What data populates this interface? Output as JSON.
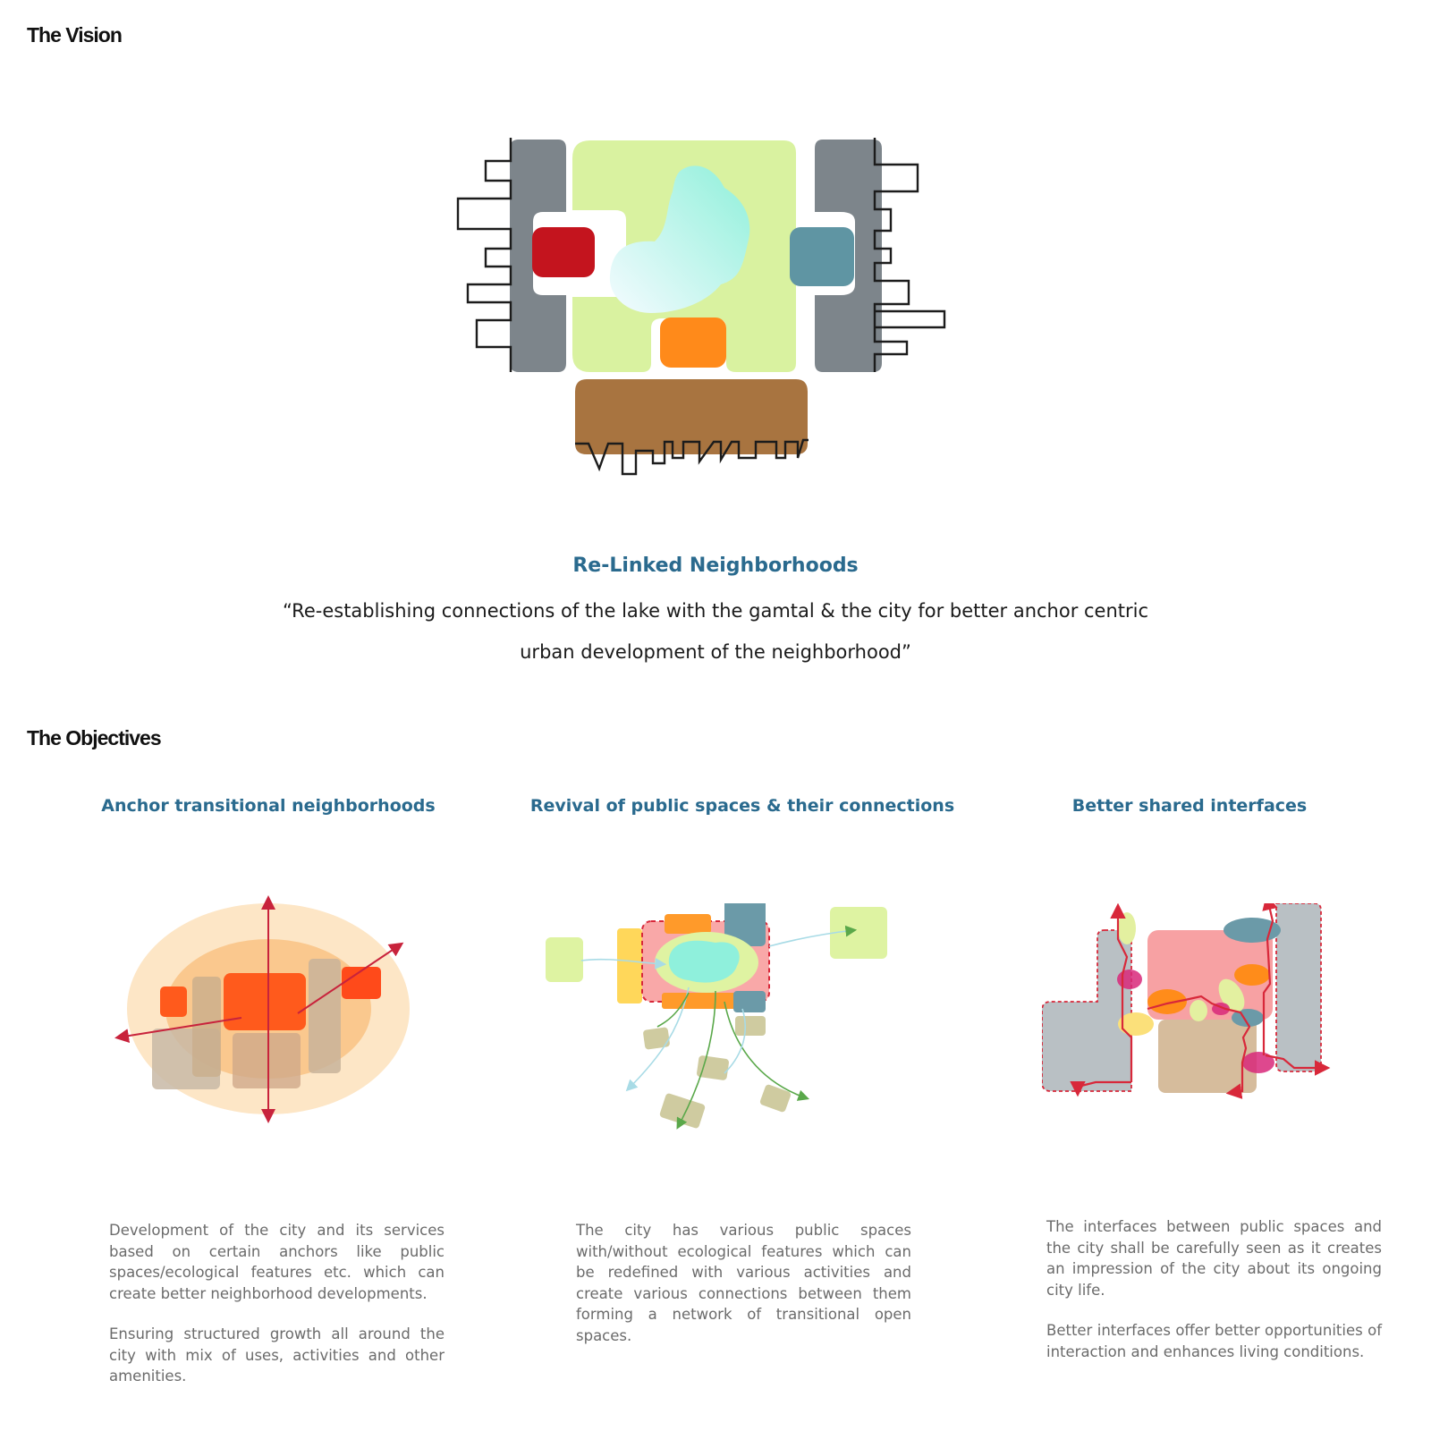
{
  "vision": {
    "heading": "The Vision",
    "title": "Re-Linked Neighborhoods",
    "quote": "“Re-establishing connections of the lake with the gamtal & the city for better anchor centric urban development of the neighborhood”"
  },
  "objectives": {
    "heading": "The Objectives",
    "items": [
      {
        "title": "Anchor transitional neighborhoods",
        "paragraphs": [
          "Development of the city and its services based on certain anchors like public spaces/ecological features etc. which can create better neighborhood developments.",
          "Ensuring structured growth all around the city with mix of uses, activities and other amenities."
        ]
      },
      {
        "title": "Revival of public spaces & their connections",
        "paragraphs": [
          "The city has various public spaces with/without ecological features which can be redefined with various activities and create various connections between them forming a network of transitional open spaces."
        ]
      },
      {
        "title": "Better shared interfaces",
        "paragraphs": [
          "The interfaces between public spaces and the city shall be carefully seen as it creates an impression of the city about its ongoing city life.",
          "Better interfaces offer better opportunities of interaction and enhances living conditions."
        ]
      }
    ]
  },
  "colors": {
    "heading_blue": "#2a6a8e",
    "green_space": "#d9f2a0",
    "water": "#a9f0e6",
    "city_block": "#7d858b",
    "anchor_red": "#c4141e",
    "anchor_blue": "#5f95a3",
    "anchor_orange": "#ff8a1a",
    "gamtal_brown": "#a87440",
    "arrow_red": "#c8233c"
  }
}
